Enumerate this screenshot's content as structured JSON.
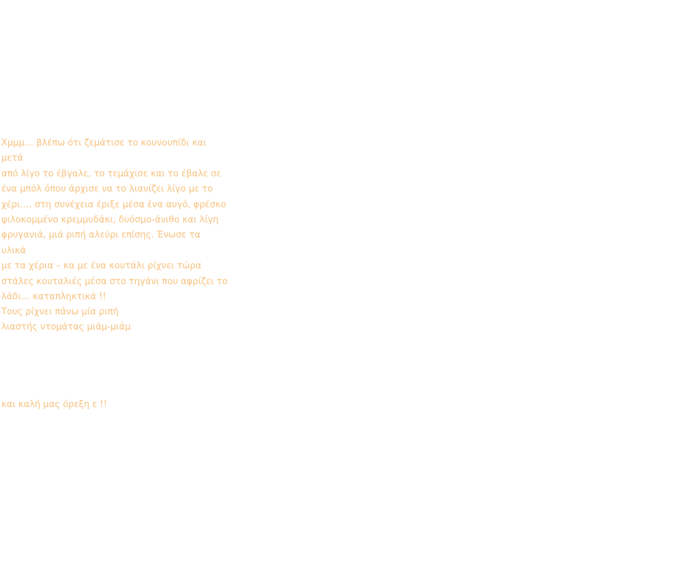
{
  "colors": {
    "text": "#f7c27f",
    "background": "#ffffff"
  },
  "paragraphs": {
    "first": "Χμμμ… βλέπω ότι ζεμάτισε το κουνουπίδι και μετά\nαπό λίγο το έβγαλε, το τεμάχισε και το έβαλε σε\nένα μπόλ όπου άρχισε να το λιανίζει λίγο με το\nχέρι…. στη συνέχεια έριξε μέσα ένα αυγό, φρέσκο\nψιλοκομμένο κρεμμυδάκι, δυόσμο-άνιθο και λίγη\nφρυγανιά, μιά ριπή αλεύρι επίσης. Ένωσε τα υλικά\nμε τα χέρια – κα με ένα κουτάλι ρίχνει τώρα\nστάλες κουταλιές μέσα στο τηγάνι που αφρίζει το\nλάδι… καταπληκτικά !!",
    "second": "                              Τους ρίχνει πάνω μία ριπή\nλιαστής ντομάτας μιάμ-μιάμ",
    "third": "και καλή μας όρεξη ε !!"
  }
}
